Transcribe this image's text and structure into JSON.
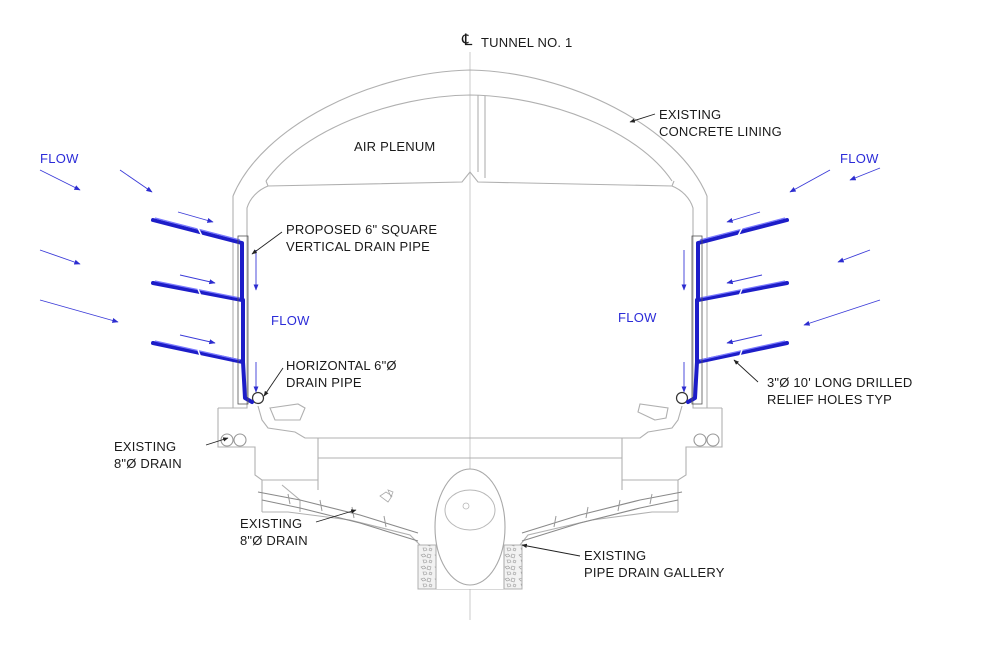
{
  "labels": {
    "centerline_symbol": "℄",
    "tunnel": "TUNNEL NO. 1",
    "air_plenum": "AIR PLENUM",
    "lining_1": "EXISTING",
    "lining_2": "CONCRETE LINING",
    "vdrain_1": "PROPOSED 6\" SQUARE",
    "vdrain_2": "VERTICAL DRAIN PIPE",
    "hdrain_1": "HORIZONTAL 6\"Ø",
    "hdrain_2": "DRAIN PIPE",
    "relief_1": "3\"Ø 10' LONG DRILLED",
    "relief_2": "RELIEF HOLES TYP",
    "drain_upper_1": "EXISTING",
    "drain_upper_2": "8\"Ø DRAIN",
    "drain_lower_1": "EXISTING",
    "drain_lower_2": "8\"Ø DRAIN",
    "gallery_1": "EXISTING",
    "gallery_2": "PIPE DRAIN GALLERY",
    "flow_left_top": "FLOW",
    "flow_right_top": "FLOW",
    "flow_left_inner": "FLOW",
    "flow_right_inner": "FLOW"
  },
  "colors": {
    "drain_pipe": "#1d1dc8",
    "flow_text": "#2b2bd8",
    "structure": "#b0b0b0",
    "label_text": "#1a1a1a"
  }
}
